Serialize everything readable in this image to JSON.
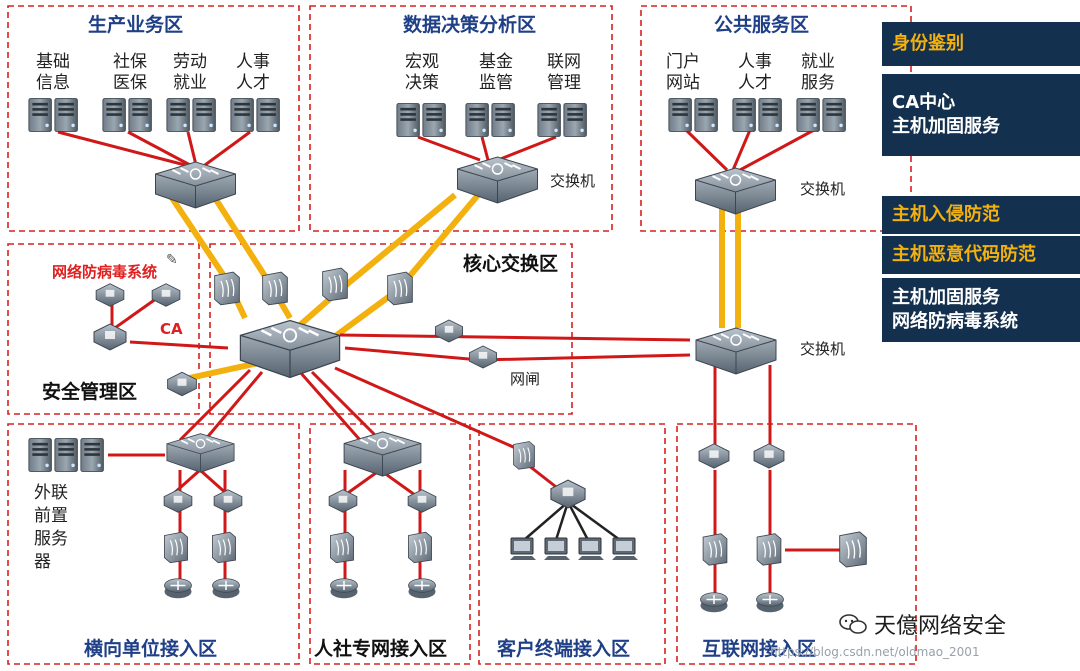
{
  "zones": {
    "production": "生产业务区",
    "decision": "数据决策分析区",
    "public": "公共服务区",
    "core": "核心交换区",
    "security": "安全管理区",
    "horizontal": "横向单位接入区",
    "hrnet": "人社专网接入区",
    "client": "客户终端接入区",
    "internet": "互联网接入区"
  },
  "production_servers": [
    {
      "line1": "基础",
      "line2": "信息"
    },
    {
      "line1": "社保",
      "line2": "医保"
    },
    {
      "line1": "劳动",
      "line2": "就业"
    },
    {
      "line1": "人事",
      "line2": "人才"
    }
  ],
  "decision_servers": [
    {
      "line1": "宏观",
      "line2": "决策"
    },
    {
      "line1": "基金",
      "line2": "监管"
    },
    {
      "line1": "联网",
      "line2": "管理"
    }
  ],
  "public_servers": [
    {
      "line1": "门户",
      "line2": "网站"
    },
    {
      "line1": "人事",
      "line2": "人才"
    },
    {
      "line1": "就业",
      "line2": "服务"
    }
  ],
  "labels": {
    "switch_decision": "交换机",
    "switch_public": "交换机",
    "switch_internet": "交换机",
    "gateway": "网闸",
    "antivirus": "网络防病毒系统",
    "ca": "CA",
    "front_server": [
      "外联",
      "前置",
      "服务",
      "器"
    ]
  },
  "side_panels": [
    {
      "style": "gold",
      "lines": [
        "身份鉴别"
      ]
    },
    {
      "style": "white",
      "lines": [
        "CA中心",
        "主机加固服务"
      ]
    },
    {
      "style": "gold",
      "lines": [
        "主机入侵防范"
      ]
    },
    {
      "style": "gold",
      "lines": [
        "主机恶意代码防范"
      ]
    },
    {
      "style": "white",
      "lines": [
        "主机加固服务",
        "网络防病毒系统"
      ]
    }
  ],
  "watermark": "天億网络安全",
  "source_url": "https://blog.csdn.net/oldmao_2001",
  "colors": {
    "zone_border": "#d62020",
    "title": "#1f3f86",
    "link_red": "#d01818",
    "link_orange": "#f2b10e",
    "panel_bg": "#14304f"
  }
}
